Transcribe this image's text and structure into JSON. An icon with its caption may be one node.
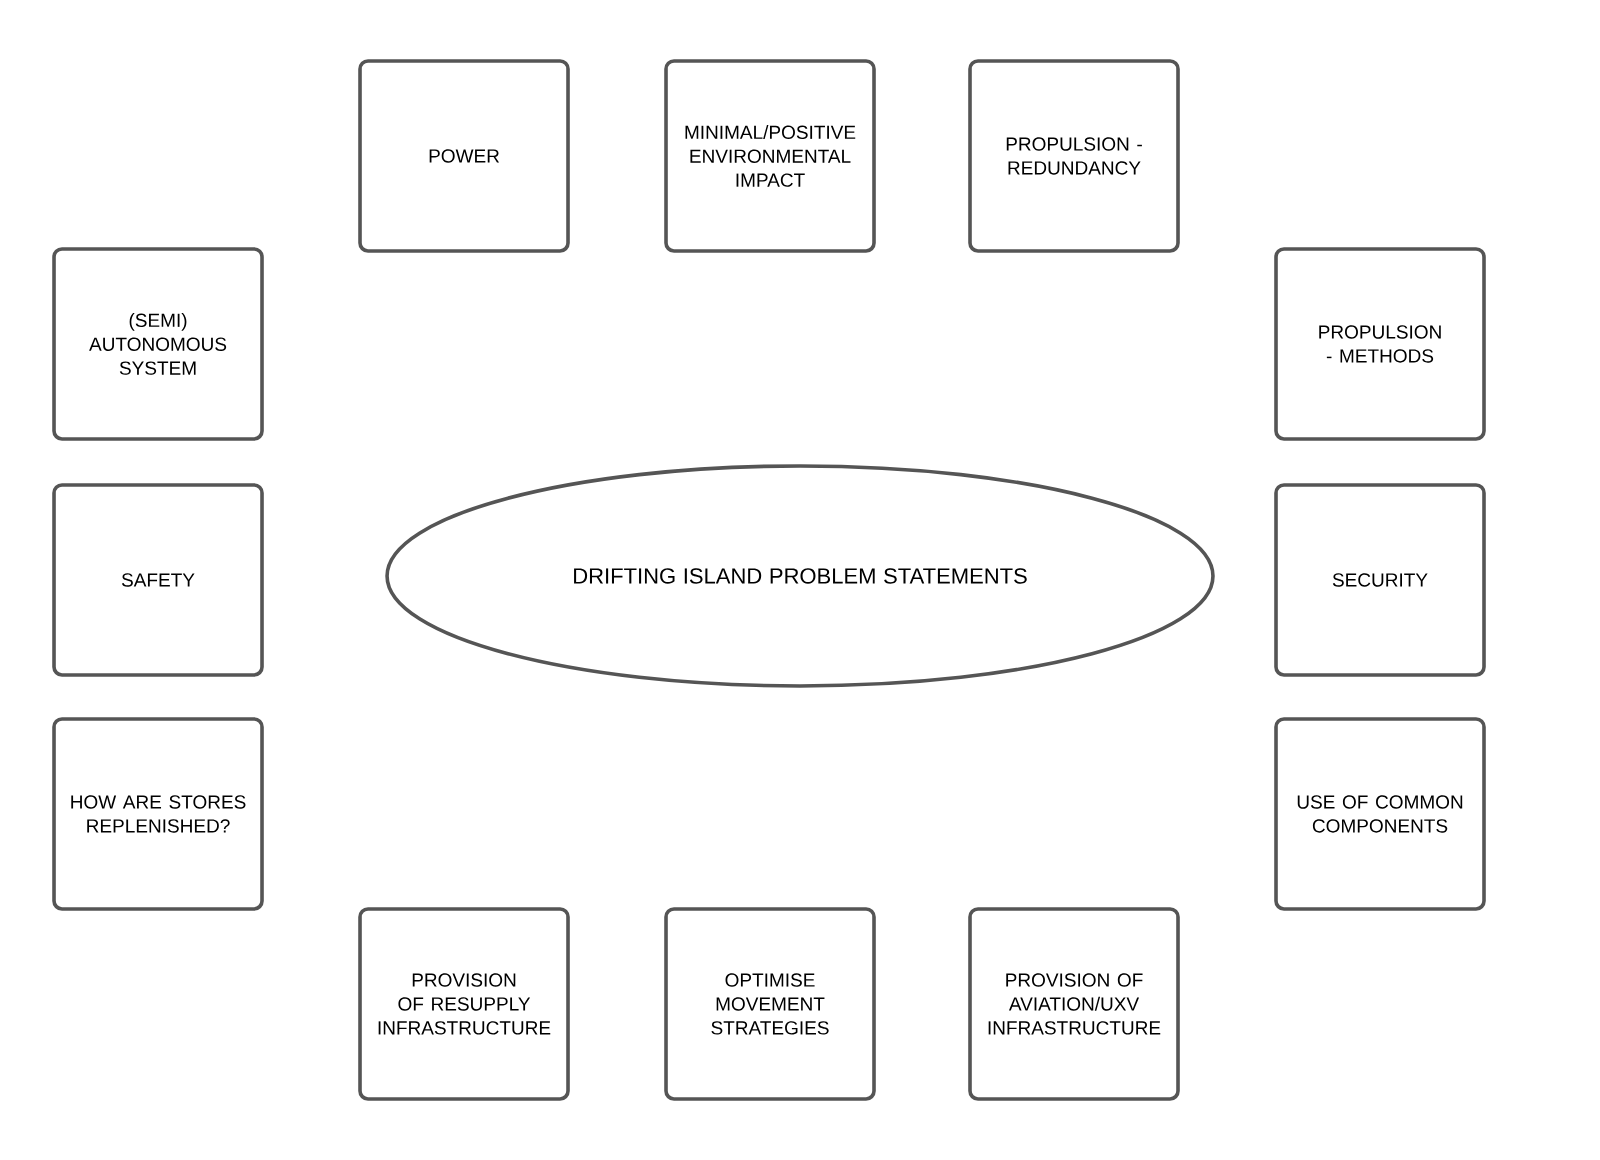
{
  "diagram": {
    "nodes": [
      {
        "text": [
          "POWER"
        ]
      },
      {
        "text": [
          "MINIMAL/POSITIVE ENVIRONMENTAL IMPACT"
        ]
      },
      {
        "text": [
          "PROPULSION - REDUNDANCY"
        ]
      },
      {
        "text": [
          "(SEMI) AUTONOMOUS SYSTEM"
        ]
      },
      {
        "text": [
          "PROPULSION - METHODS"
        ]
      },
      {
        "text": [
          "SAFETY"
        ]
      },
      {
        "text": [
          "DRIFTING ISLAND PROBLEM STATEMENTS"
        ]
      },
      {
        "text": [
          "SECURITY"
        ]
      },
      {
        "text": [
          "HOW ARE STORES REPLENISHED?"
        ]
      },
      {
        "text": [
          "USE OF COMMON COMPONENTS"
        ]
      },
      {
        "text": [
          "PROVISION OF RESUPPLY INFRASTRUCTURE"
        ]
      },
      {
        "text": [
          "OPTIMISE MOVEMENT STRATEGIES"
        ]
      },
      {
        "text": [
          "PROVISION OF AVIATION/UXV INFRASTRUCTURE"
        ]
      }
    ]
  }
}
